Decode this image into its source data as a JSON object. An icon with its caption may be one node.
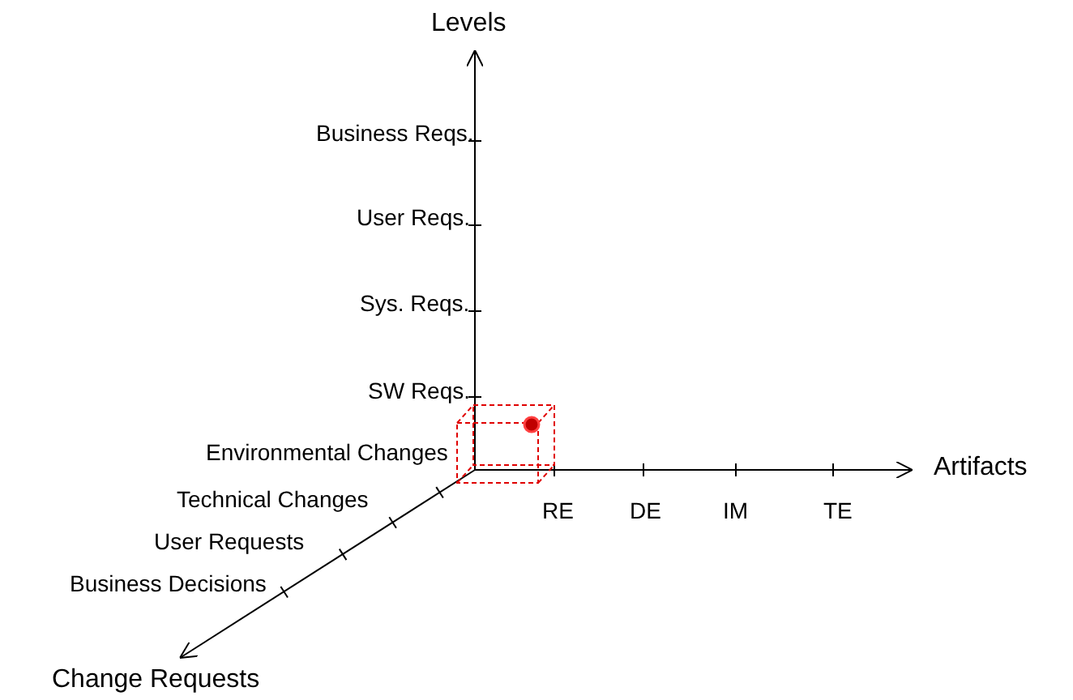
{
  "diagram": {
    "labels": [
      "Levels",
      "Business Reqs.",
      "User Reqs.",
      "Sys. Reqs.",
      "SW Reqs.",
      "Environmental Changes",
      "Artifacts",
      "Technical Changes",
      "RE",
      "DE",
      "IM",
      "TE",
      "User Requests",
      "Business Decisions",
      "Change Requests"
    ]
  }
}
